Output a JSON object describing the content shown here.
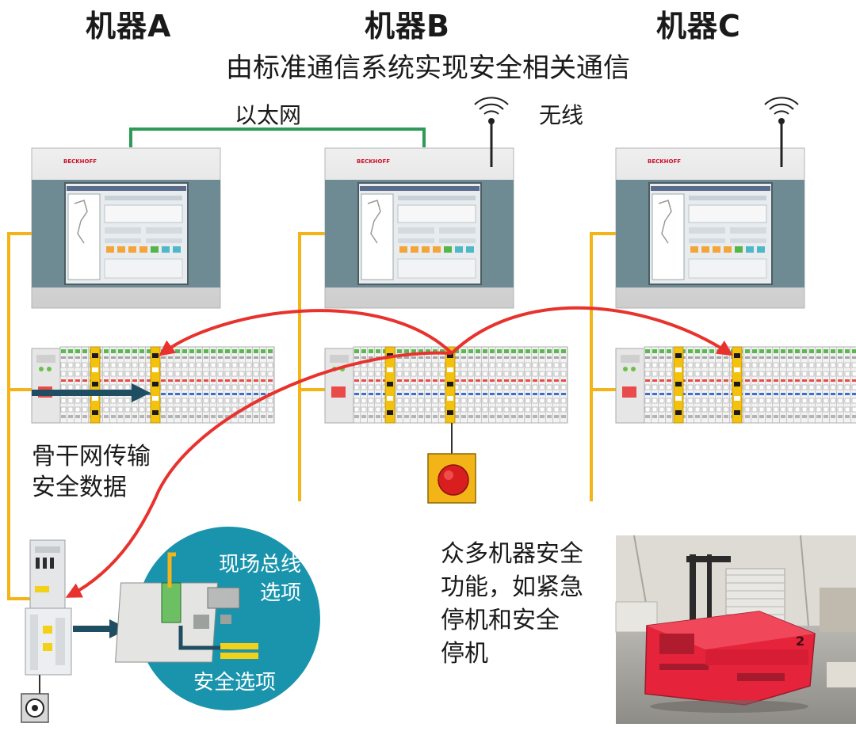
{
  "header": {
    "machines": [
      "机器A",
      "机器B",
      "机器C"
    ],
    "subtitle": "由标准通信系统实现安全相关通信"
  },
  "network": {
    "ethernet": "以太网",
    "wireless": "无线"
  },
  "panels": {
    "brand": "BECKHOFF"
  },
  "labels": {
    "backbone_line1": "骨干网传输",
    "backbone_line2": "安全数据",
    "fieldbus_line1": "现场总线",
    "fieldbus_line2": "选项",
    "safety_option": "安全选项",
    "functions": [
      "众多机器安全",
      "功能，如紧急",
      "停机和安全",
      "停机"
    ]
  },
  "vehicle": {
    "number": "2"
  },
  "colors": {
    "ethernet": "#2e9a55",
    "bus": "#f2b417",
    "safety_arrow": "#e8322d",
    "data_arrow": "#1f4e63",
    "bubble": "#1a94ad",
    "vehicle": "#e5243b"
  }
}
